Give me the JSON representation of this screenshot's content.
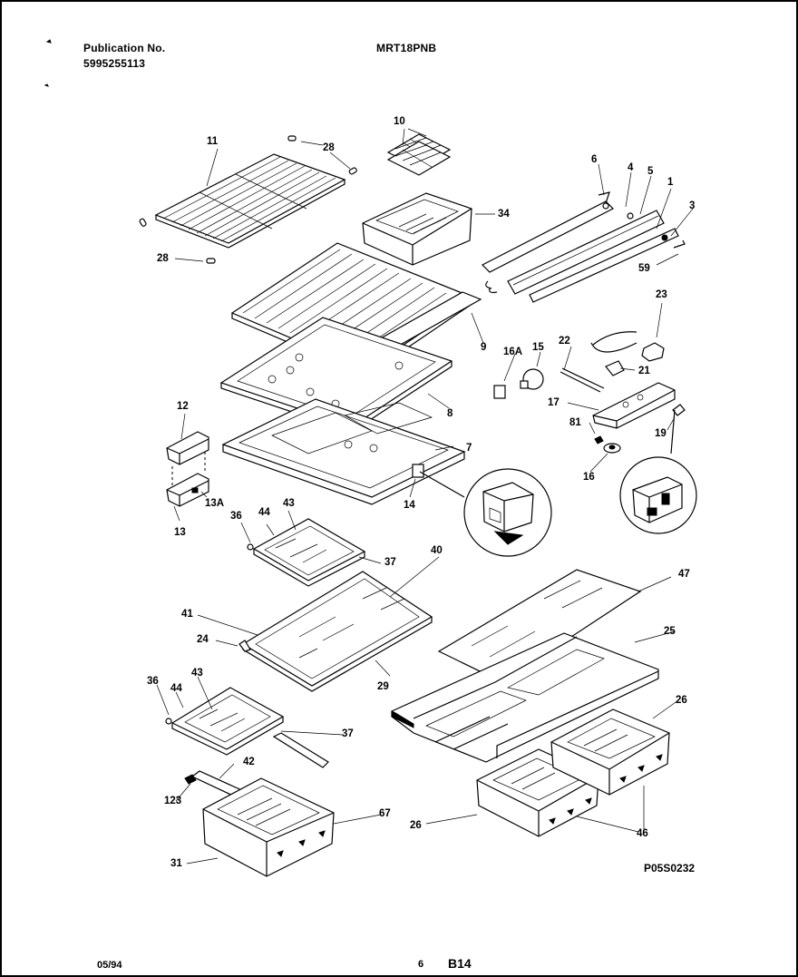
{
  "header": {
    "publication_label": "Publication No.",
    "publication_number": "5995255113",
    "model": "MRT18PNB"
  },
  "footer": {
    "date": "05/94",
    "page_number": "6",
    "code": "B14"
  },
  "diagram": {
    "drawing_id": "P05S0232",
    "callouts": [
      "10",
      "11",
      "28",
      "28",
      "34",
      "6",
      "4",
      "5",
      "1",
      "3",
      "59",
      "9",
      "23",
      "16A",
      "15",
      "22",
      "21",
      "8",
      "12",
      "17",
      "81",
      "19",
      "7",
      "16",
      "14",
      "13A",
      "13",
      "36",
      "44",
      "43",
      "37",
      "40",
      "47",
      "41",
      "24",
      "29",
      "25",
      "36",
      "44",
      "43",
      "26",
      "37",
      "42",
      "123",
      "67",
      "26",
      "46",
      "31"
    ]
  }
}
